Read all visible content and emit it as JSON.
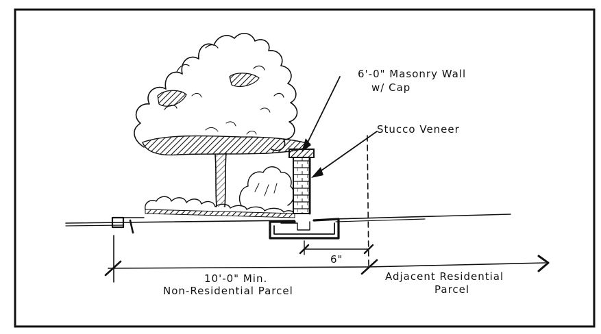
{
  "diagram": {
    "labels": {
      "wall_height": "6'-0\" Masonry Wall",
      "wall_cap": "w/ Cap",
      "stucco": "Stucco Veneer",
      "setback_dim": "10'-0\" Min.",
      "non_residential": "Non-Residential Parcel",
      "footing_dim": "6\"",
      "adjacent_line1": "Adjacent Residential",
      "adjacent_line2": "Parcel"
    },
    "colors": {
      "ink": "#111111",
      "background": "#ffffff"
    }
  }
}
